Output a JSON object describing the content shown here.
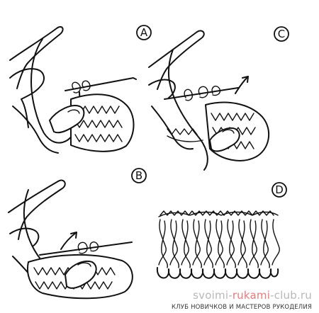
{
  "panels": [
    {
      "id": "a",
      "label": "A"
    },
    {
      "id": "b",
      "label": "B"
    },
    {
      "id": "c",
      "label": "C"
    },
    {
      "id": "d",
      "label": "D"
    }
  ],
  "watermark": {
    "site": {
      "part1": "svoimi-",
      "part2": "rukami",
      "part3": "-club.ru"
    },
    "tagline": "КЛУБ НОВИЧКОВ И МАСТЕРОВ РУКОДЕЛИЯ",
    "colors": {
      "gray": "#b8b8b8",
      "accent": "#e87a7a",
      "tagline": "#333333"
    }
  }
}
